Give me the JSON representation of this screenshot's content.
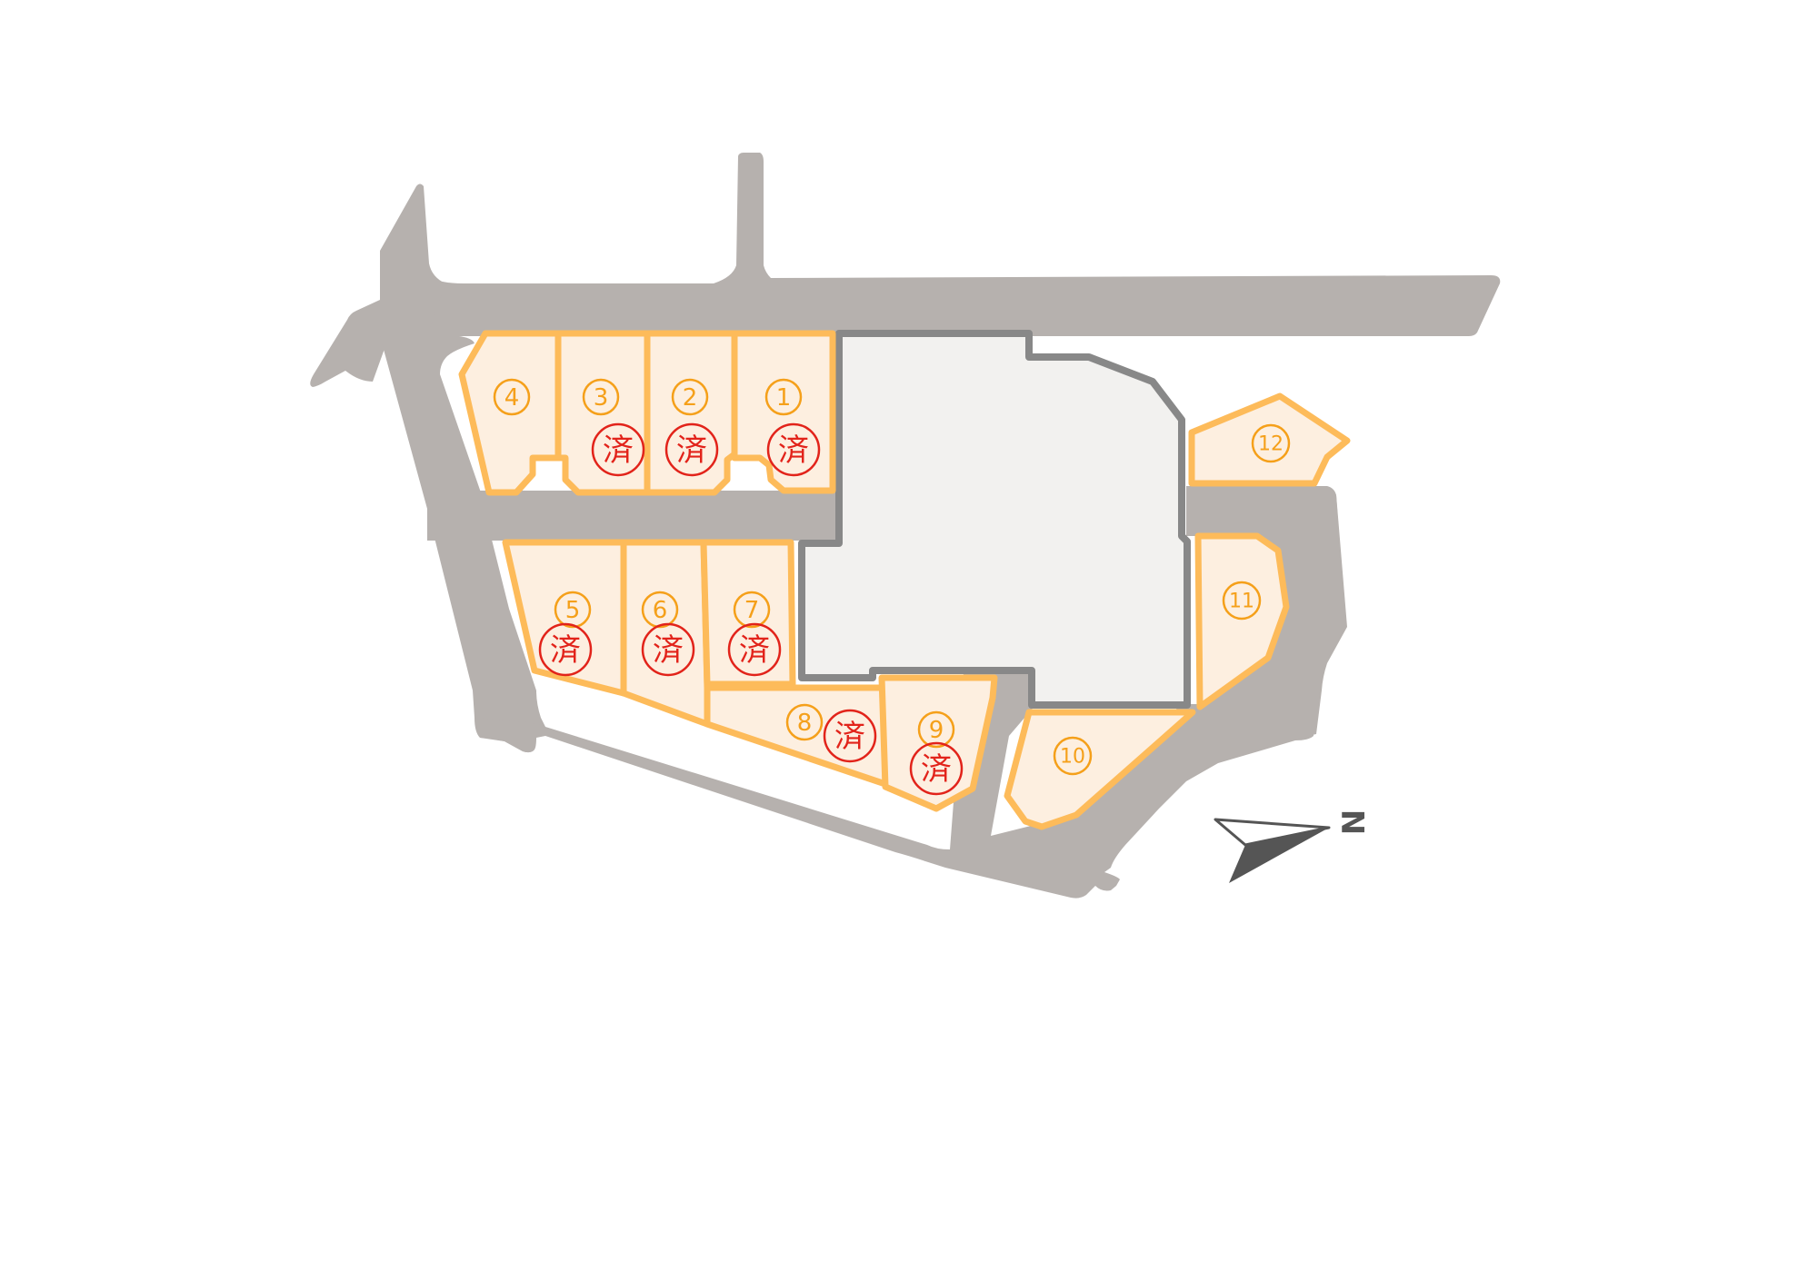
{
  "map": {
    "type": "subdivision-lot-plan",
    "sold_mark": "済",
    "compass_label": "N",
    "colors": {
      "road": "#b6b1ae",
      "central_block_fill": "#f2f1ef",
      "central_block_outline": "#888888",
      "lot_fill": "#fdefe0",
      "lot_outline": "#fdbb5a",
      "lot_number": "#f5a01a",
      "sold_mark": "#e2231a"
    },
    "lots": [
      {
        "number": "①",
        "id": 1,
        "sold": true
      },
      {
        "number": "②",
        "id": 2,
        "sold": true
      },
      {
        "number": "③",
        "id": 3,
        "sold": true
      },
      {
        "number": "④",
        "id": 4,
        "sold": false
      },
      {
        "number": "⑤",
        "id": 5,
        "sold": true
      },
      {
        "number": "⑥",
        "id": 6,
        "sold": true
      },
      {
        "number": "⑦",
        "id": 7,
        "sold": true
      },
      {
        "number": "⑧",
        "id": 8,
        "sold": true
      },
      {
        "number": "⑨",
        "id": 9,
        "sold": true
      },
      {
        "number": "⑩",
        "id": 10,
        "sold": false
      },
      {
        "number": "⑪",
        "id": 11,
        "sold": false
      },
      {
        "number": "⑫",
        "id": 12,
        "sold": false
      }
    ]
  },
  "labels": {
    "lot1": "1",
    "lot2": "2",
    "lot3": "3",
    "lot4": "4",
    "lot5": "5",
    "lot6": "6",
    "lot7": "7",
    "lot8": "8",
    "lot9": "9",
    "lot10": "10",
    "lot11": "11",
    "lot12": "12",
    "sold": "済",
    "north": "N"
  }
}
